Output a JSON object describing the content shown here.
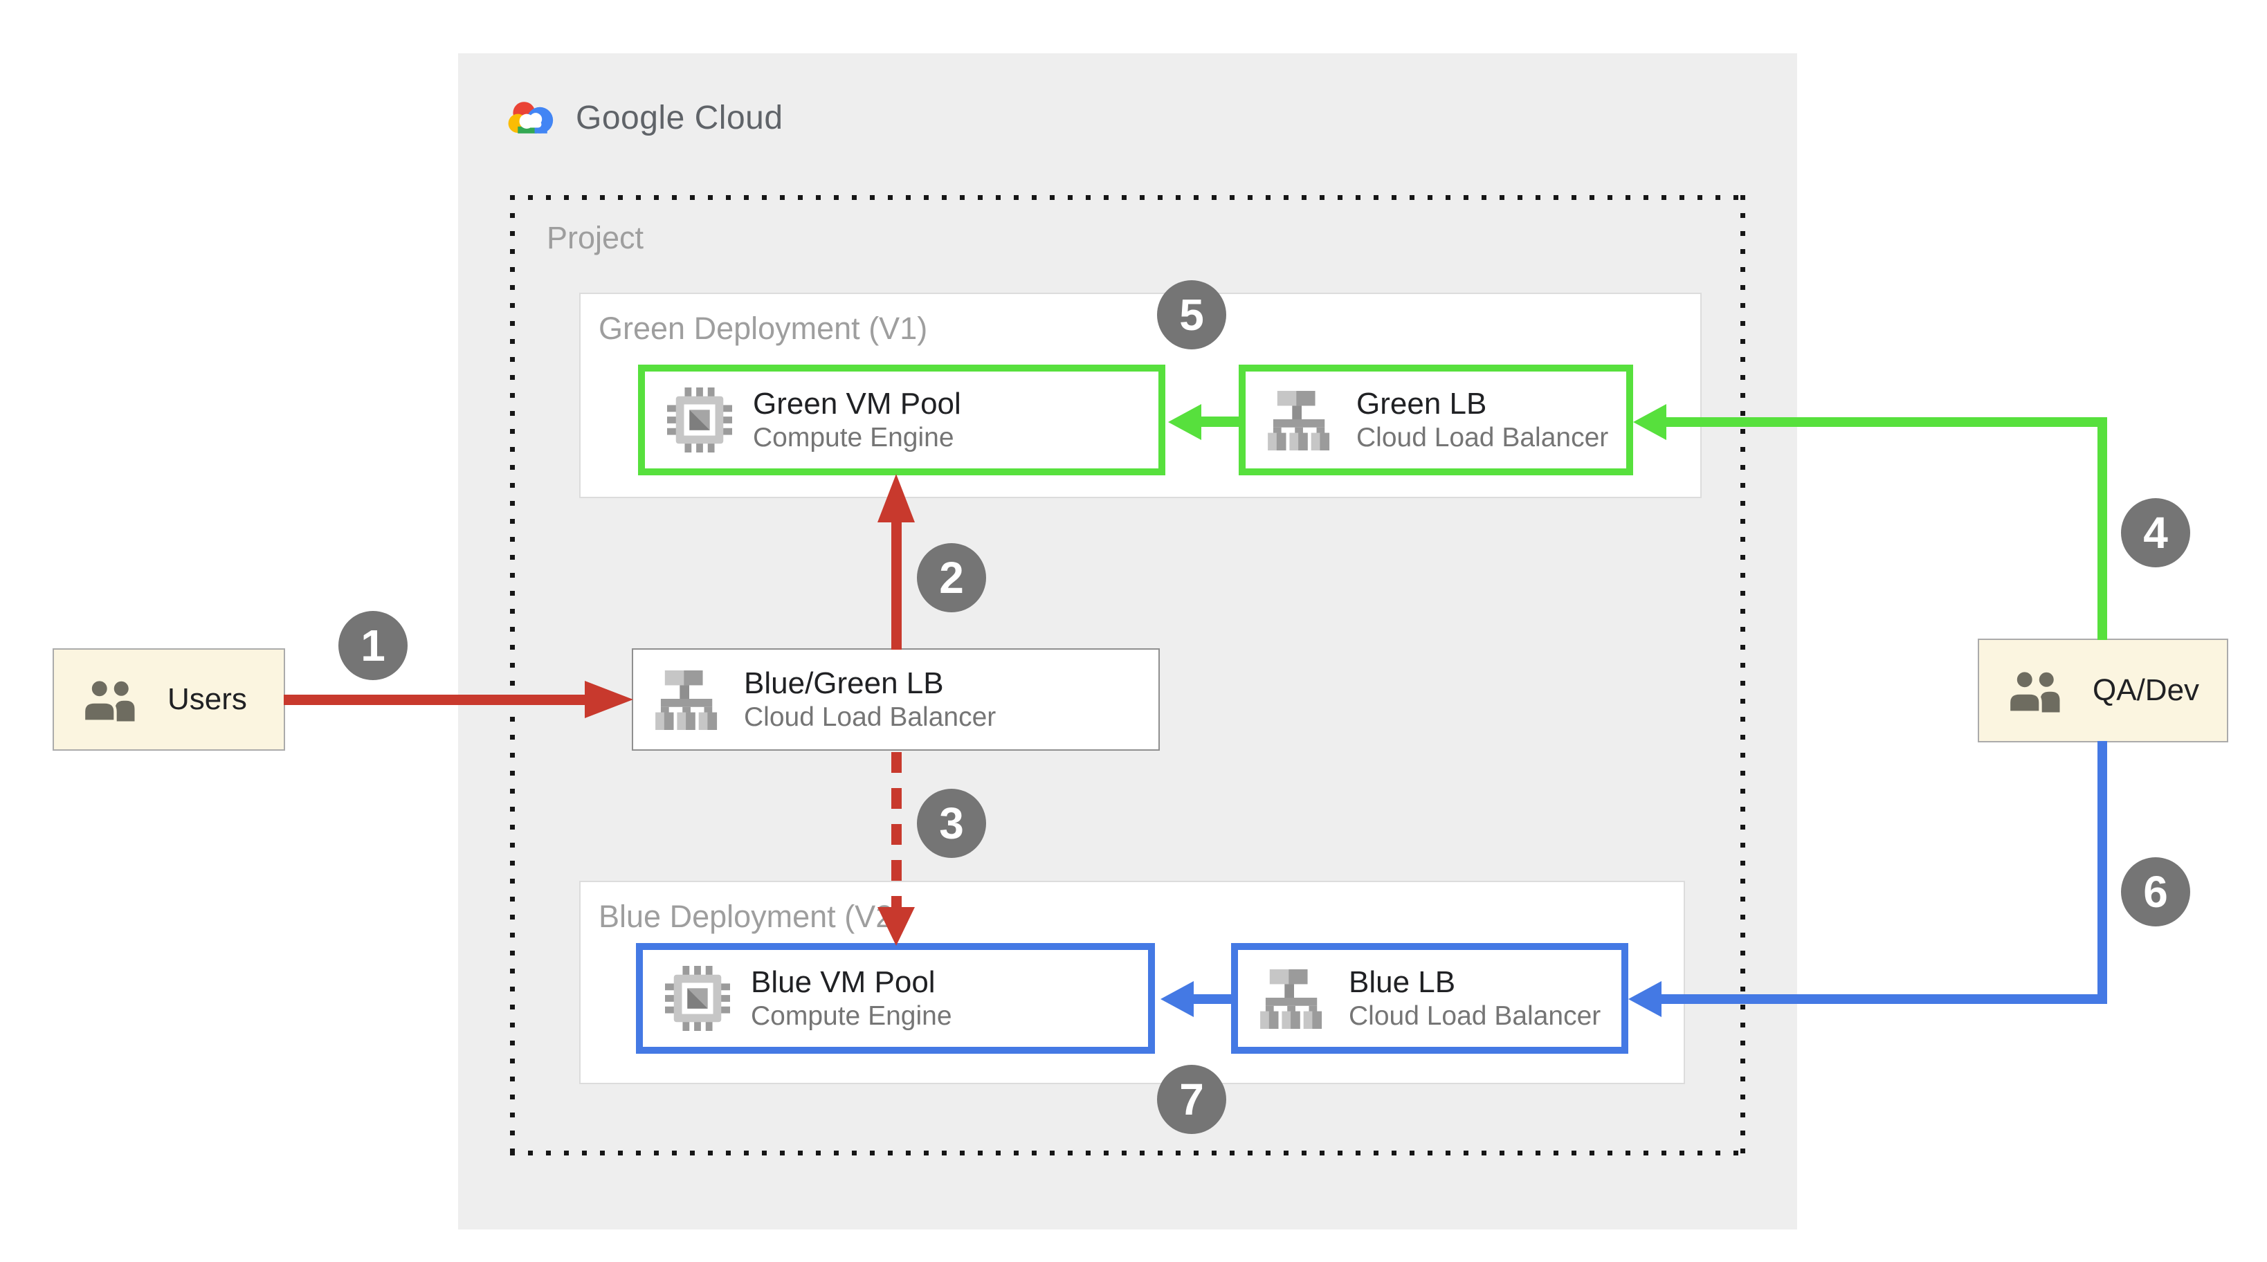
{
  "logo": {
    "text": "Google Cloud"
  },
  "project": {
    "label": "Project"
  },
  "groups": {
    "green": {
      "label": "Green Deployment (V1)"
    },
    "blue": {
      "label": "Blue Deployment (V2)"
    }
  },
  "nodes": {
    "green_vm": {
      "title": "Green VM Pool",
      "subtitle": "Compute Engine"
    },
    "green_lb": {
      "title": "Green LB",
      "subtitle": "Cloud Load Balancer"
    },
    "bg_lb": {
      "title": "Blue/Green LB",
      "subtitle": "Cloud Load Balancer"
    },
    "blue_vm": {
      "title": "Blue VM Pool",
      "subtitle": "Compute Engine"
    },
    "blue_lb": {
      "title": "Blue LB",
      "subtitle": "Cloud Load Balancer"
    }
  },
  "actors": {
    "users": {
      "label": "Users"
    },
    "qadev": {
      "label": "QA/Dev"
    }
  },
  "badges": [
    "1",
    "2",
    "3",
    "4",
    "5",
    "6",
    "7"
  ],
  "colors": {
    "live_traffic_red": "#C8392D",
    "green_path": "#57E03D",
    "blue_path": "#4479E4",
    "badge_gray": "#757575",
    "container_gray": "#EEEEEE",
    "actor_fill": "#FBF5E0"
  }
}
